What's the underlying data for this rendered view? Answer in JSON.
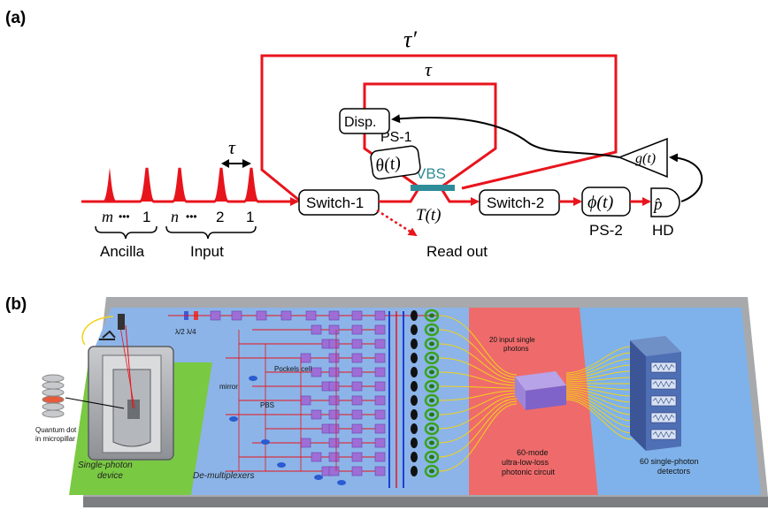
{
  "panel_a": {
    "label": "(a)",
    "tau_prime": "τ′",
    "tau_inner": "τ",
    "tau_spacing": "τ",
    "disp": "Disp.",
    "ps1": "PS-1",
    "theta": "θ(t)",
    "vbs": "VBS",
    "switch1": "Switch-1",
    "switch2": "Switch-2",
    "transmission": "T(t)",
    "phi": "ϕ(t)",
    "ps2": "PS-2",
    "p_hat": "p̂",
    "hd": "HD",
    "g": "g(t)",
    "readout": "Read out",
    "ancilla": "Ancilla",
    "input": "Input",
    "ancilla_m": "m",
    "ancilla_dots": "•••",
    "ancilla_1": "1",
    "input_n": "n",
    "input_dots": "•••",
    "input_2": "2",
    "input_1": "1",
    "colors": {
      "red": "#e8141c",
      "teal": "#2e8b98"
    }
  },
  "panel_b": {
    "label": "(b)",
    "wave_plates": "λ/2  λ/4",
    "quantum_dot": "Quantum dot\nin micropillar",
    "quantum_dot_l1": "Quantum dot",
    "quantum_dot_l2": "in micropillar",
    "mirror": "mirror",
    "pockels": "Pockels cell",
    "pbs": "PBS",
    "input_photons_l1": "20 input single",
    "input_photons_l2": "photons",
    "region1_l1": "Single-photon",
    "region1_l2": "device",
    "region2": "De-multiplexers",
    "region3_l1": "60-mode",
    "region3_l2": "ultra-low-loss",
    "region3_l3": "photonic circuit",
    "region4_l1": "60 single-photon",
    "region4_l2": "detectors",
    "colors": {
      "green": "#7ac943",
      "blue": "#8cb4e8",
      "red": "#ef6b6b",
      "lightblue": "#7fb2ea",
      "gray": "#a7a9ac"
    }
  }
}
